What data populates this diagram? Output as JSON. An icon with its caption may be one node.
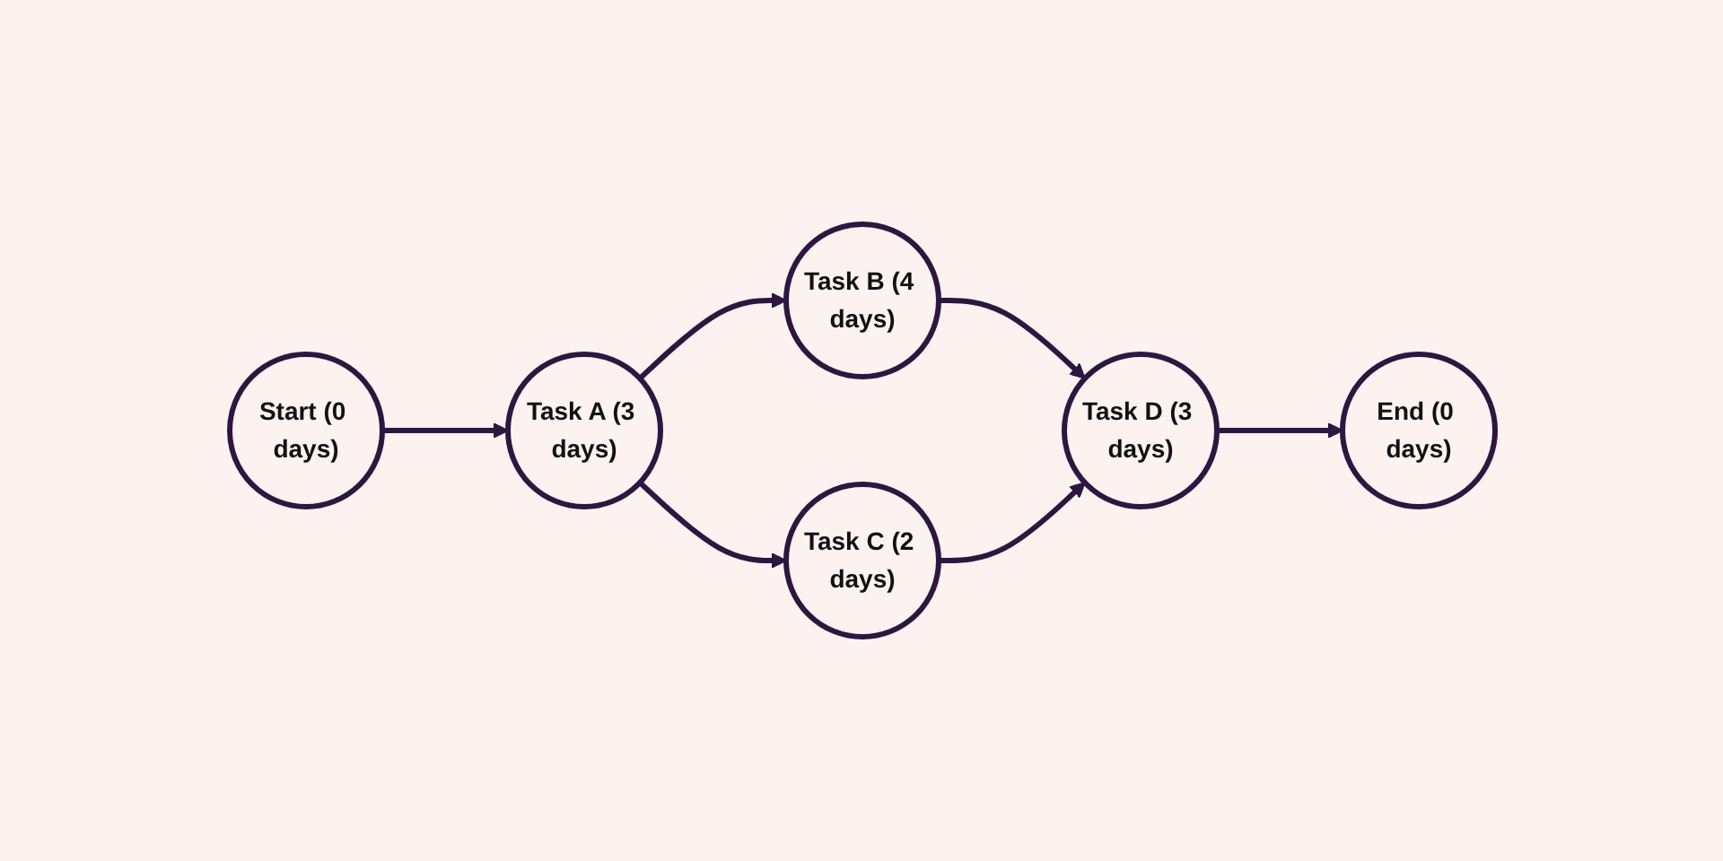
{
  "diagram": {
    "nodes": [
      {
        "text": [
          "Start (0 days)"
        ]
      },
      {
        "text": [
          "Task A (3 days)"
        ]
      },
      {
        "text": [
          "Task B (4 days)"
        ]
      },
      {
        "text": [
          "Task C (2 days)"
        ]
      },
      {
        "text": [
          "Task D (3 days)"
        ]
      },
      {
        "text": [
          "End (0 days)"
        ]
      }
    ],
    "edges": [
      {
        "from": 0,
        "to": 1,
        "arrow": "to"
      },
      {
        "from": 1,
        "to": 2,
        "arrow": "to"
      },
      {
        "from": 1,
        "to": 3,
        "arrow": "to"
      },
      {
        "from": 2,
        "to": 4,
        "arrow": "to"
      },
      {
        "from": 3,
        "to": 4,
        "arrow": "to"
      },
      {
        "from": 4,
        "to": 5,
        "arrow": "to"
      }
    ]
  }
}
